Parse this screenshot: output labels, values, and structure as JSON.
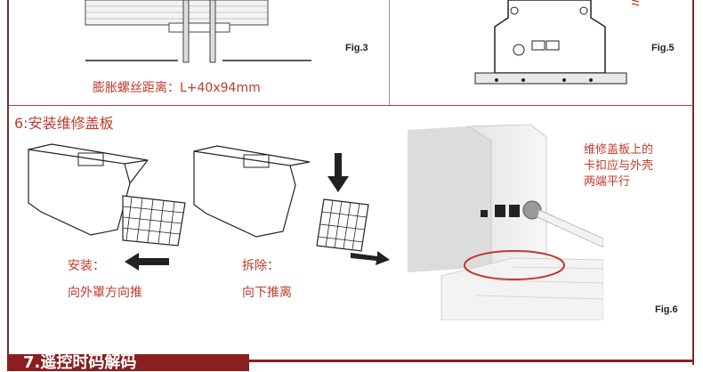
{
  "top": {
    "fig3_label": "Fig.3",
    "fig5_label": "Fig.5",
    "caption_expansion": "膨胀螺丝距离：L+40x94mm"
  },
  "section6": {
    "title": "6:安装维修盖板",
    "install_label": "安装：",
    "install_desc": "向外罩方向推",
    "remove_label": "拆除：",
    "remove_desc": "向下推离",
    "note_line1": "维修盖板上的",
    "note_line2": "卡扣应与外壳",
    "note_line3": "两端平行",
    "fig6_label": "Fig.6"
  },
  "bottom": {
    "tab_text": "7.遥控时码解码"
  },
  "colors": {
    "accent_red": "#c0392b",
    "frame": "#7b2d2d",
    "bar": "#8b1e1e"
  }
}
